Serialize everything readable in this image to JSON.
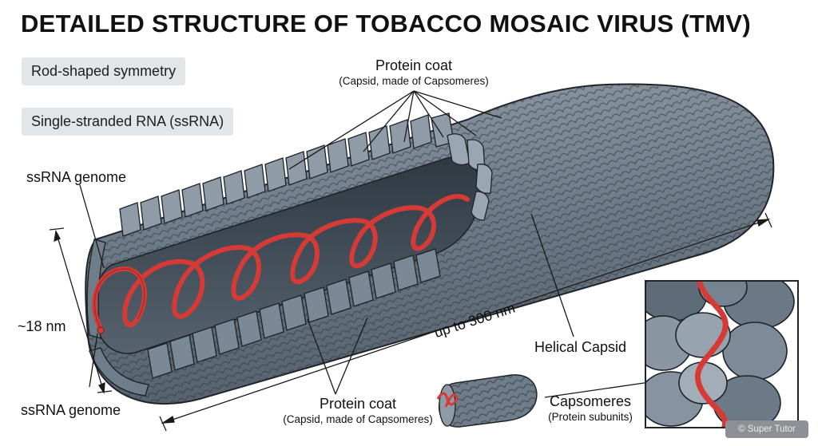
{
  "title": "DETAILED STRUCTURE OF TOBACCO MOSAIC VIRUS (TMV)",
  "badges": {
    "symmetry": "Rod-shaped symmetry",
    "rna": "Single-stranded RNA (ssRNA)"
  },
  "labels": {
    "protein_coat_top": "Protein coat",
    "protein_coat_top_sub": "(Capsid, made of Capsomeres)",
    "protein_coat_bottom": "Protein coat",
    "protein_coat_bottom_sub": "(Capsid, made of Capsomeres)",
    "ssrna_genome_top": "ssRNA genome",
    "ssrna_genome_bottom": "ssRNA genome",
    "diameter": "~18 nm",
    "length": "up to 300 nm",
    "helical_capsid": "Helical Capsid",
    "capsomeres": "Capsomeres",
    "capsomeres_sub": "(Protein subunits)"
  },
  "credit": "© Super Tutor",
  "colors": {
    "capsid_light": "#8e9aa6",
    "capsid_mid": "#6e7c8a",
    "capsid_dark": "#4b5866",
    "inner_wall": "#3a4550",
    "rna_red": "#d63a36",
    "outline": "#1e2428",
    "badge_bg": "#e3e6e9"
  }
}
